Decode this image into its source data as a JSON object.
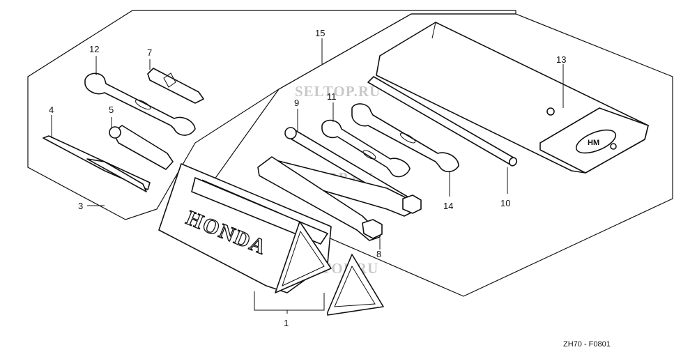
{
  "brand": "HONDA",
  "watermark": "SELTOP.RU",
  "diagram_code": "ZH70 - F0801",
  "callouts": {
    "c1": "1",
    "c3": "3",
    "c4": "4",
    "c5": "5",
    "c7": "7",
    "c8": "8",
    "c9": "9",
    "c10": "10",
    "c11": "11",
    "c12": "12",
    "c13": "13",
    "c14": "14",
    "c15": "15"
  }
}
